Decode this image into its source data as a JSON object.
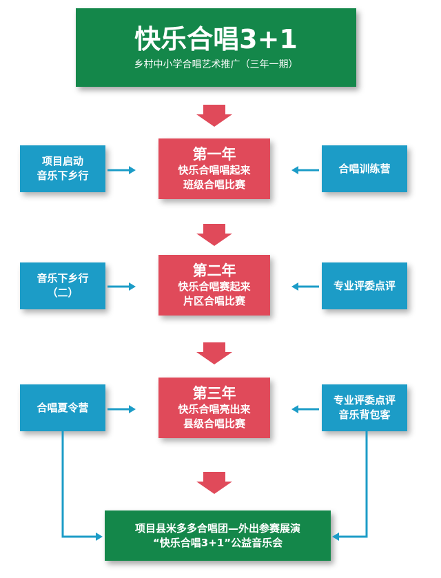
{
  "title": {
    "main": "快乐合唱3+1",
    "subtitle": "乡村中小学合唱艺术推广（三年一期）"
  },
  "years": [
    {
      "heading": "第一年",
      "line1": "快乐合唱唱起来",
      "line2": "班级合唱比赛"
    },
    {
      "heading": "第二年",
      "line1": "快乐合唱赛起来",
      "line2": "片区合唱比赛"
    },
    {
      "heading": "第三年",
      "line1": "快乐合唱亮出来",
      "line2": "县级合唱比赛"
    }
  ],
  "left_boxes": [
    {
      "line1": "项目启动",
      "line2": "音乐下乡行"
    },
    {
      "line1": "音乐下乡行",
      "line2": "（二）"
    },
    {
      "line1": "合唱夏令营",
      "line2": ""
    }
  ],
  "right_boxes": [
    {
      "line1": "合唱训练营",
      "line2": ""
    },
    {
      "line1": "专业评委点评",
      "line2": ""
    },
    {
      "line1": "专业评委点评",
      "line2": "音乐背包客"
    }
  ],
  "final": {
    "line1": "项目县米多多合唱团—外出参赛展演",
    "line2": "“快乐合唱3+1”公益音乐会"
  },
  "colors": {
    "green": "#14874a",
    "red": "#e04a5a",
    "blue": "#1c9cc7",
    "arrow_red": "#e04a5a",
    "arrow_blue": "#1c9cc7"
  }
}
